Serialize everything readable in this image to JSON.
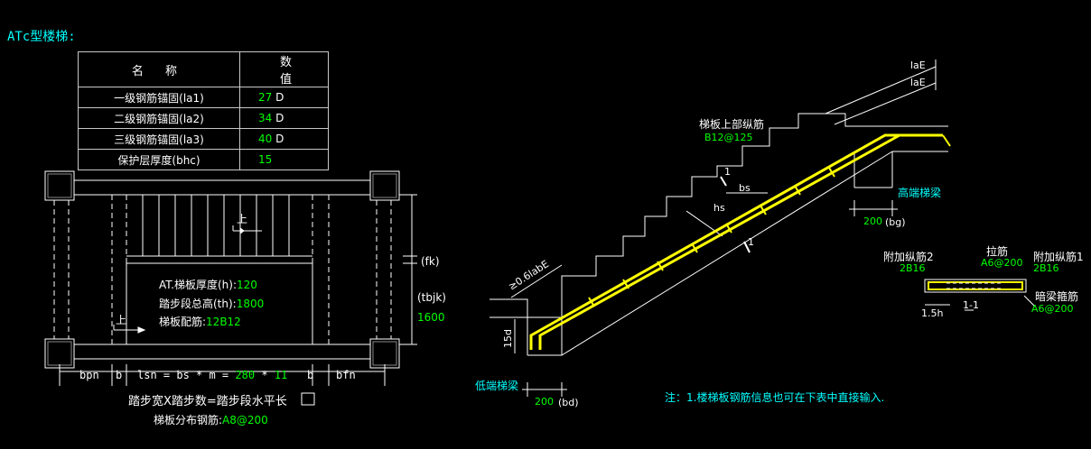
{
  "title": "ATc型楼梯:",
  "table": {
    "header_name": "名 称",
    "header_value": "数 值",
    "rows": [
      {
        "name": "一级钢筋锚固(la1)",
        "value": "27",
        "unit": "D"
      },
      {
        "name": "二级钢筋锚固(la2)",
        "value": "34",
        "unit": "D"
      },
      {
        "name": "三级钢筋锚固(la3)",
        "value": "40",
        "unit": "D"
      },
      {
        "name": "保护层厚度(bhc)",
        "value": "15",
        "unit": ""
      }
    ]
  },
  "plan": {
    "thickness_label": "AT.梯板厚度(h):",
    "thickness_value": "120",
    "height_label": "踏步段总高(th):",
    "height_value": "1800",
    "rebar_label": "梯板配筋:",
    "rebar_value": "12B12",
    "up_label_top": "上",
    "up_label_bottom": "上",
    "fk_label": "(fk)",
    "tbjk_label": "(tbjk)",
    "tbjk_value": "1600",
    "dim_bpn": "bpn",
    "dim_b_left": "b",
    "dim_lsn_prefix": "lsn = bs * m =",
    "dim_bs_value": "280",
    "dim_times": "*",
    "dim_m_value": "11",
    "dim_b_right": "b",
    "dim_bfn": "bfn",
    "formula": "踏步宽X踏步数=踏步段水平长",
    "dist_label": "梯板分布钢筋:",
    "dist_value": "A8@200"
  },
  "section": {
    "upper_rebar_label": "梯板上部纵筋",
    "upper_rebar_value": "B12@125",
    "high_beam": "高端梯梁",
    "low_beam": "低端梯梁",
    "laE_outer": "laE",
    "laE_inner": "laE",
    "bs": "bs",
    "hs": "hs",
    "bg_value": "200",
    "bg_label": "(bg)",
    "bd_value": "200",
    "bd_label": "(bd)",
    "anchor_label": "≥0.6labE",
    "d15": "15d",
    "cut_mark_1": "1",
    "cut_mark_2": "1"
  },
  "detail": {
    "extra_rebar_2": "附加纵筋2",
    "extra_rebar_2_value": "2B16",
    "tie_label": "拉筋",
    "tie_value": "A6@200",
    "extra_rebar_1": "附加纵筋1",
    "extra_rebar_1_value": "2B16",
    "hidden_beam_label": "暗梁箍筋",
    "hidden_beam_value": "A6@200",
    "dim_15h": "1.5h",
    "section_id": "1-1"
  },
  "note": "注：1.楼梯板钢筋信息也可在下表中直接输入."
}
